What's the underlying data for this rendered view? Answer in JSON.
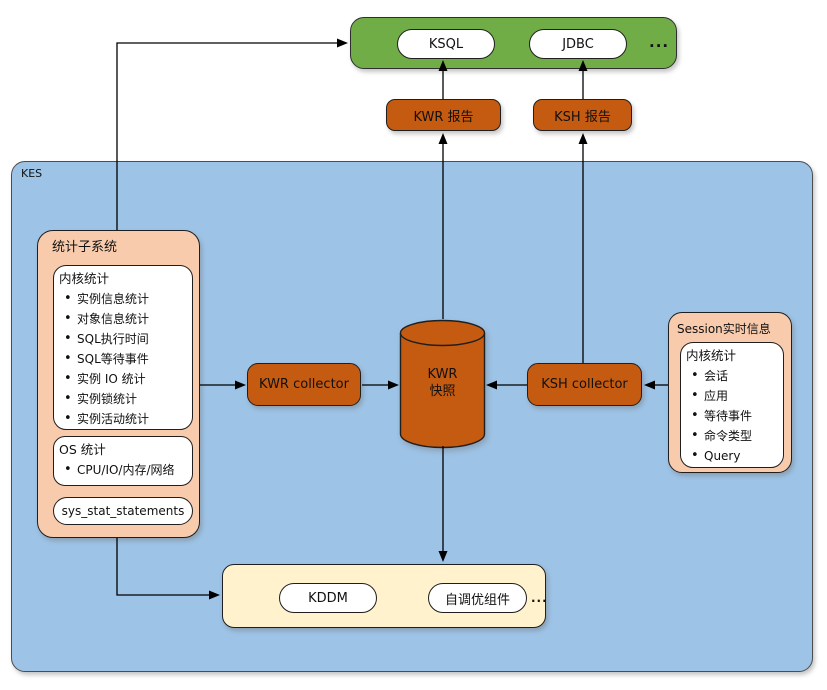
{
  "kes": {
    "label": "KES"
  },
  "clients": {
    "items": [
      "KSQL",
      "JDBC"
    ],
    "more": "..."
  },
  "reports": {
    "kwr": "KWR 报告",
    "ksh": "KSH 报告"
  },
  "stats_subsystem": {
    "title": "统计子系统",
    "kernel": {
      "title": "内核统计",
      "items": [
        "实例信息统计",
        "对象信息统计",
        "SQL执行时间",
        "SQL等待事件",
        "实例 IO 统计",
        "实例锁统计",
        "实例活动统计"
      ]
    },
    "os": {
      "title": "OS 统计",
      "items": [
        "CPU/IO/内存/网络"
      ]
    },
    "sys_stat": "sys_stat_statements"
  },
  "collectors": {
    "kwr": "KWR collector",
    "ksh": "KSH collector"
  },
  "snapshot": {
    "line1": "KWR",
    "line2": "快照"
  },
  "session": {
    "title": "Session实时信息",
    "kernel": {
      "title": "内核统计",
      "items": [
        "会话",
        "应用",
        "等待事件",
        "命令类型",
        "Query"
      ]
    }
  },
  "tuning_layer": {
    "items": [
      "KDDM",
      "自调优组件"
    ],
    "more": "..."
  },
  "colors": {
    "client_green": "#70AD47",
    "component_orange": "#C55A11",
    "kes_blue": "#9DC3E6",
    "panel_peach": "#F8CBAD",
    "tuning_cream": "#FFF2CC"
  }
}
